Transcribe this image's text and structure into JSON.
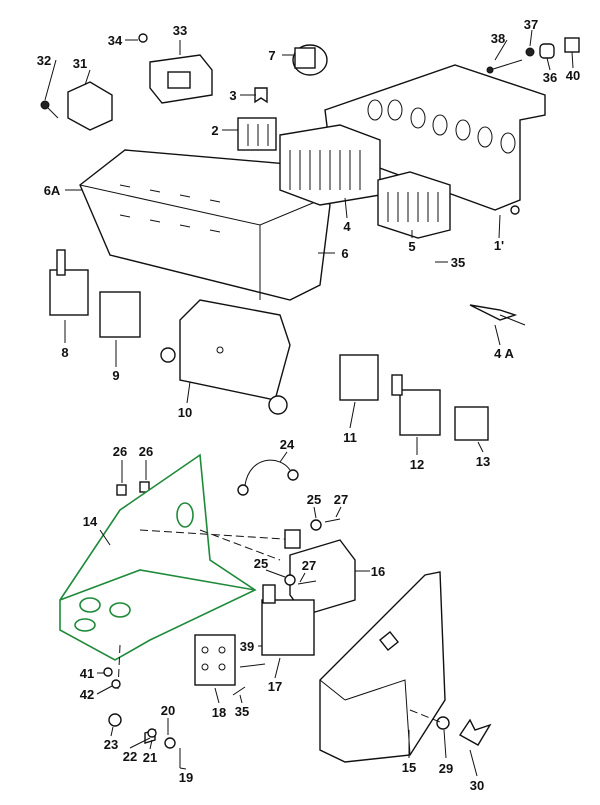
{
  "diagram": {
    "accent_color": "#1f8a3a",
    "labels": [
      "32",
      "31",
      "34",
      "33",
      "7",
      "38",
      "37",
      "36",
      "40",
      "3",
      "2",
      "6A",
      "6",
      "4",
      "5",
      "35",
      "1'",
      "8",
      "9",
      "4 A",
      "10",
      "11",
      "12",
      "13",
      "24",
      "26",
      "26",
      "25",
      "27",
      "14",
      "25",
      "27",
      "16",
      "39",
      "17",
      "41",
      "42",
      "18",
      "35",
      "20",
      "23",
      "22",
      "21",
      "19",
      "15",
      "29",
      "30"
    ]
  }
}
